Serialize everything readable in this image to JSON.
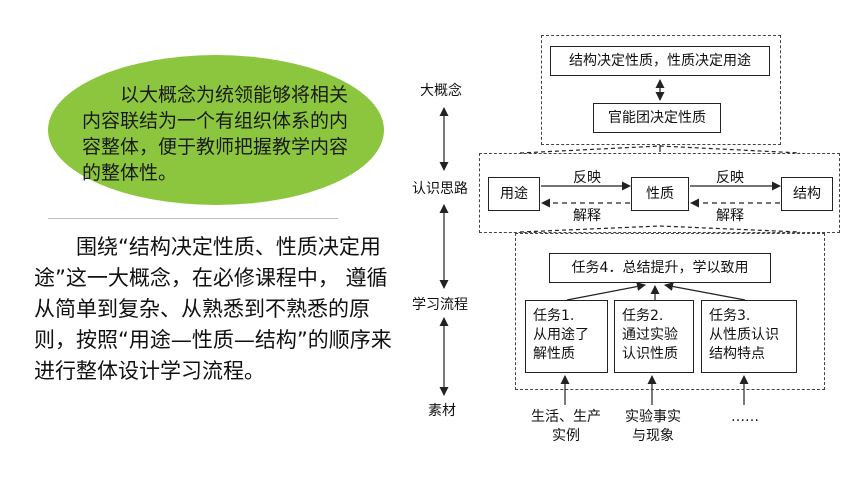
{
  "left": {
    "ellipse_text": "以大概念为统领能够将相关内容联结为一个有组织体系的内容整体，便于教师把握教学内容的整体性。",
    "paragraph": "围绕“结构决定性质、性质决定用途”这一大概念，在必修课程中， 遵循从简单到复杂、从熟悉到不熟悉的原则，按照“用途—性质—结构”的顺序来进行整体设计学习流程。"
  },
  "diagram": {
    "axis_labels": [
      "大概念",
      "认识思路",
      "学习流程",
      "素材"
    ],
    "big_concept": {
      "top": "结构决定性质，性质决定用途",
      "bottom": "官能团决定性质"
    },
    "thinking": {
      "nodes": [
        "用途",
        "性质",
        "结构"
      ],
      "forward_label": "反映",
      "backward_label": "解释"
    },
    "process": {
      "summary": "任务4．总结提升，学以致用",
      "tasks": [
        [
          "任务1.",
          "从用途了",
          "解性质"
        ],
        [
          "任务2.",
          "通过实验",
          "认识性质"
        ],
        [
          "任务3.",
          "从性质认识",
          "结构特点"
        ]
      ]
    },
    "materials": [
      [
        "生活、生产",
        "实例"
      ],
      [
        "实验事实",
        "与现象"
      ],
      [
        "……"
      ]
    ]
  }
}
